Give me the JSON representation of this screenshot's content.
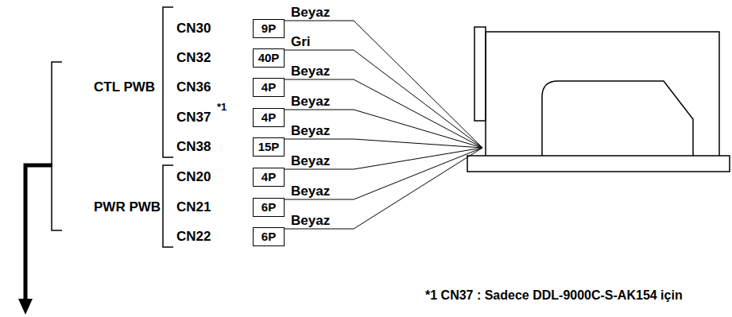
{
  "diagram": {
    "nodes": [
      {
        "text": [
          "9P"
        ]
      },
      {
        "text": [
          "40P"
        ]
      },
      {
        "text": [
          "4P"
        ]
      },
      {
        "text": [
          "4P"
        ]
      },
      {
        "text": [
          "15P"
        ]
      },
      {
        "text": [
          "4P"
        ]
      },
      {
        "text": [
          "6P"
        ]
      },
      {
        "text": [
          "6P"
        ]
      }
    ],
    "labels": [
      "CTL PWB",
      "PWR PWB",
      "CN30",
      "Beyaz",
      "CN32",
      "Gri",
      "CN36",
      "Beyaz",
      "CN37",
      "*1",
      "Beyaz",
      "CN38",
      "Beyaz",
      "CN20",
      "Beyaz",
      "CN21",
      "Beyaz",
      "CN22",
      "Beyaz",
      "*1 CN37 : Sadece DDL-9000C-S-AK154 için"
    ]
  }
}
